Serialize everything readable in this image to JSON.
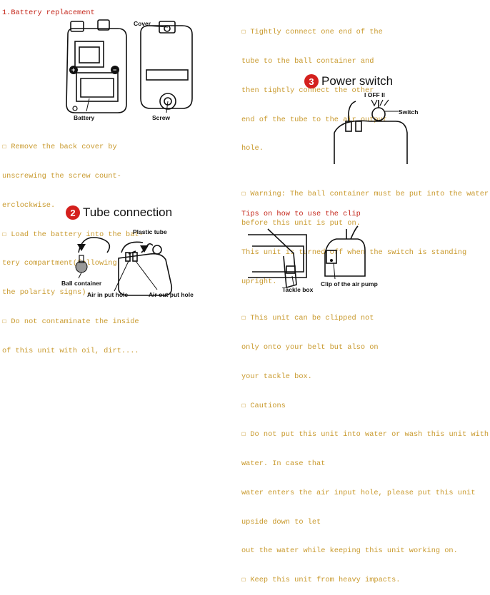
{
  "left": {
    "section1_title": "1.Battery replacement",
    "fig1_labels": {
      "cover": "Cover",
      "battery": "Battery",
      "screw": "Screw"
    },
    "instructions1": [
      "☐ Remove the back cover by",
      "unscrewing the screw count-",
      "erclockwise.",
      "☐ Load the battery into the bat-",
      "tery compartment(following",
      "the polarity signs).",
      "☐ Do not contaminate the inside",
      "of this unit with oil, dirt...."
    ],
    "section2_number": "2",
    "section2_title": "Tube connection",
    "fig2_labels": {
      "plastic_tube": "Plastic tube",
      "ball_container": "Ball container",
      "air_in": "Air in put hole",
      "air_out": "Air out put hole"
    }
  },
  "right": {
    "instructions_top": [
      "☐ Tightly connect one end of the",
      "tube to the ball container and",
      "then tightly connect the other",
      "end of the tube to the air output",
      "hole."
    ],
    "section3_number": "3",
    "section3_title": "Power switch",
    "fig3_labels": {
      "positions": "I  OFF  II",
      "switch": "Switch"
    },
    "warning": [
      "☐ Warning: The ball container must be put into the water",
      "before this unit is put on.",
      "This unit is turned off when the switch is standing",
      "upright."
    ],
    "tips_title": "Tips on how to use the clip",
    "fig4_labels": {
      "tackle_box": "Tackle box",
      "clip": "Clip of the air pump"
    },
    "instructions_bottom": [
      "☐ This unit can be clipped not",
      "only onto your belt but also on",
      "your tackle box.",
      "☐ Cautions",
      "☐ Do not put this unit into water or wash this unit with",
      "water. In case that",
      "water enters the air input hole, please put this unit",
      "upside down to let",
      "out the water while keeping this unit working on.",
      "☐ Keep this unit from heavy impacts."
    ]
  },
  "colors": {
    "body_text": "#c99a2e",
    "title_red": "#c4271b",
    "badge_red": "#d4201d"
  }
}
